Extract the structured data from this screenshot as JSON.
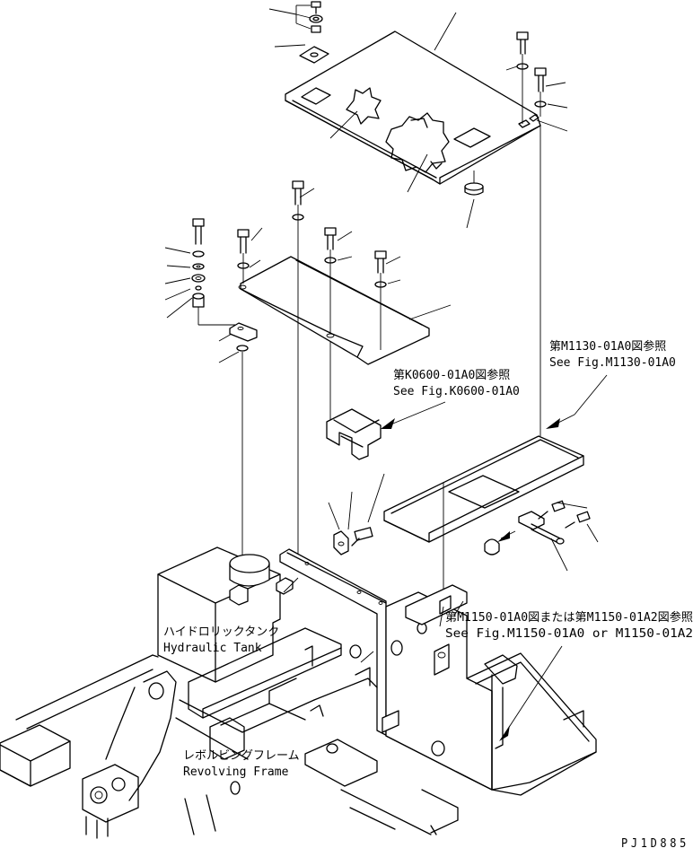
{
  "labels": {
    "ref_m1130_jp": "第M1130-01A0図参照",
    "ref_m1130_en": "See Fig.M1130-01A0",
    "ref_k0600_jp": "第K0600-01A0図参照",
    "ref_k0600_en": "See Fig.K0600-01A0",
    "ref_m1150_jp": "第M1150-01A0図または第M1150-01A2図参照",
    "ref_m1150_en": "See Fig.M1150-01A0 or M1150-01A2",
    "tank_jp": "ハイドロリックタンク",
    "tank_en": "Hydraulic Tank",
    "frame_jp": "レボルビングフレーム",
    "frame_en": "Revolving Frame",
    "drawing_code": "PJ1D885"
  }
}
